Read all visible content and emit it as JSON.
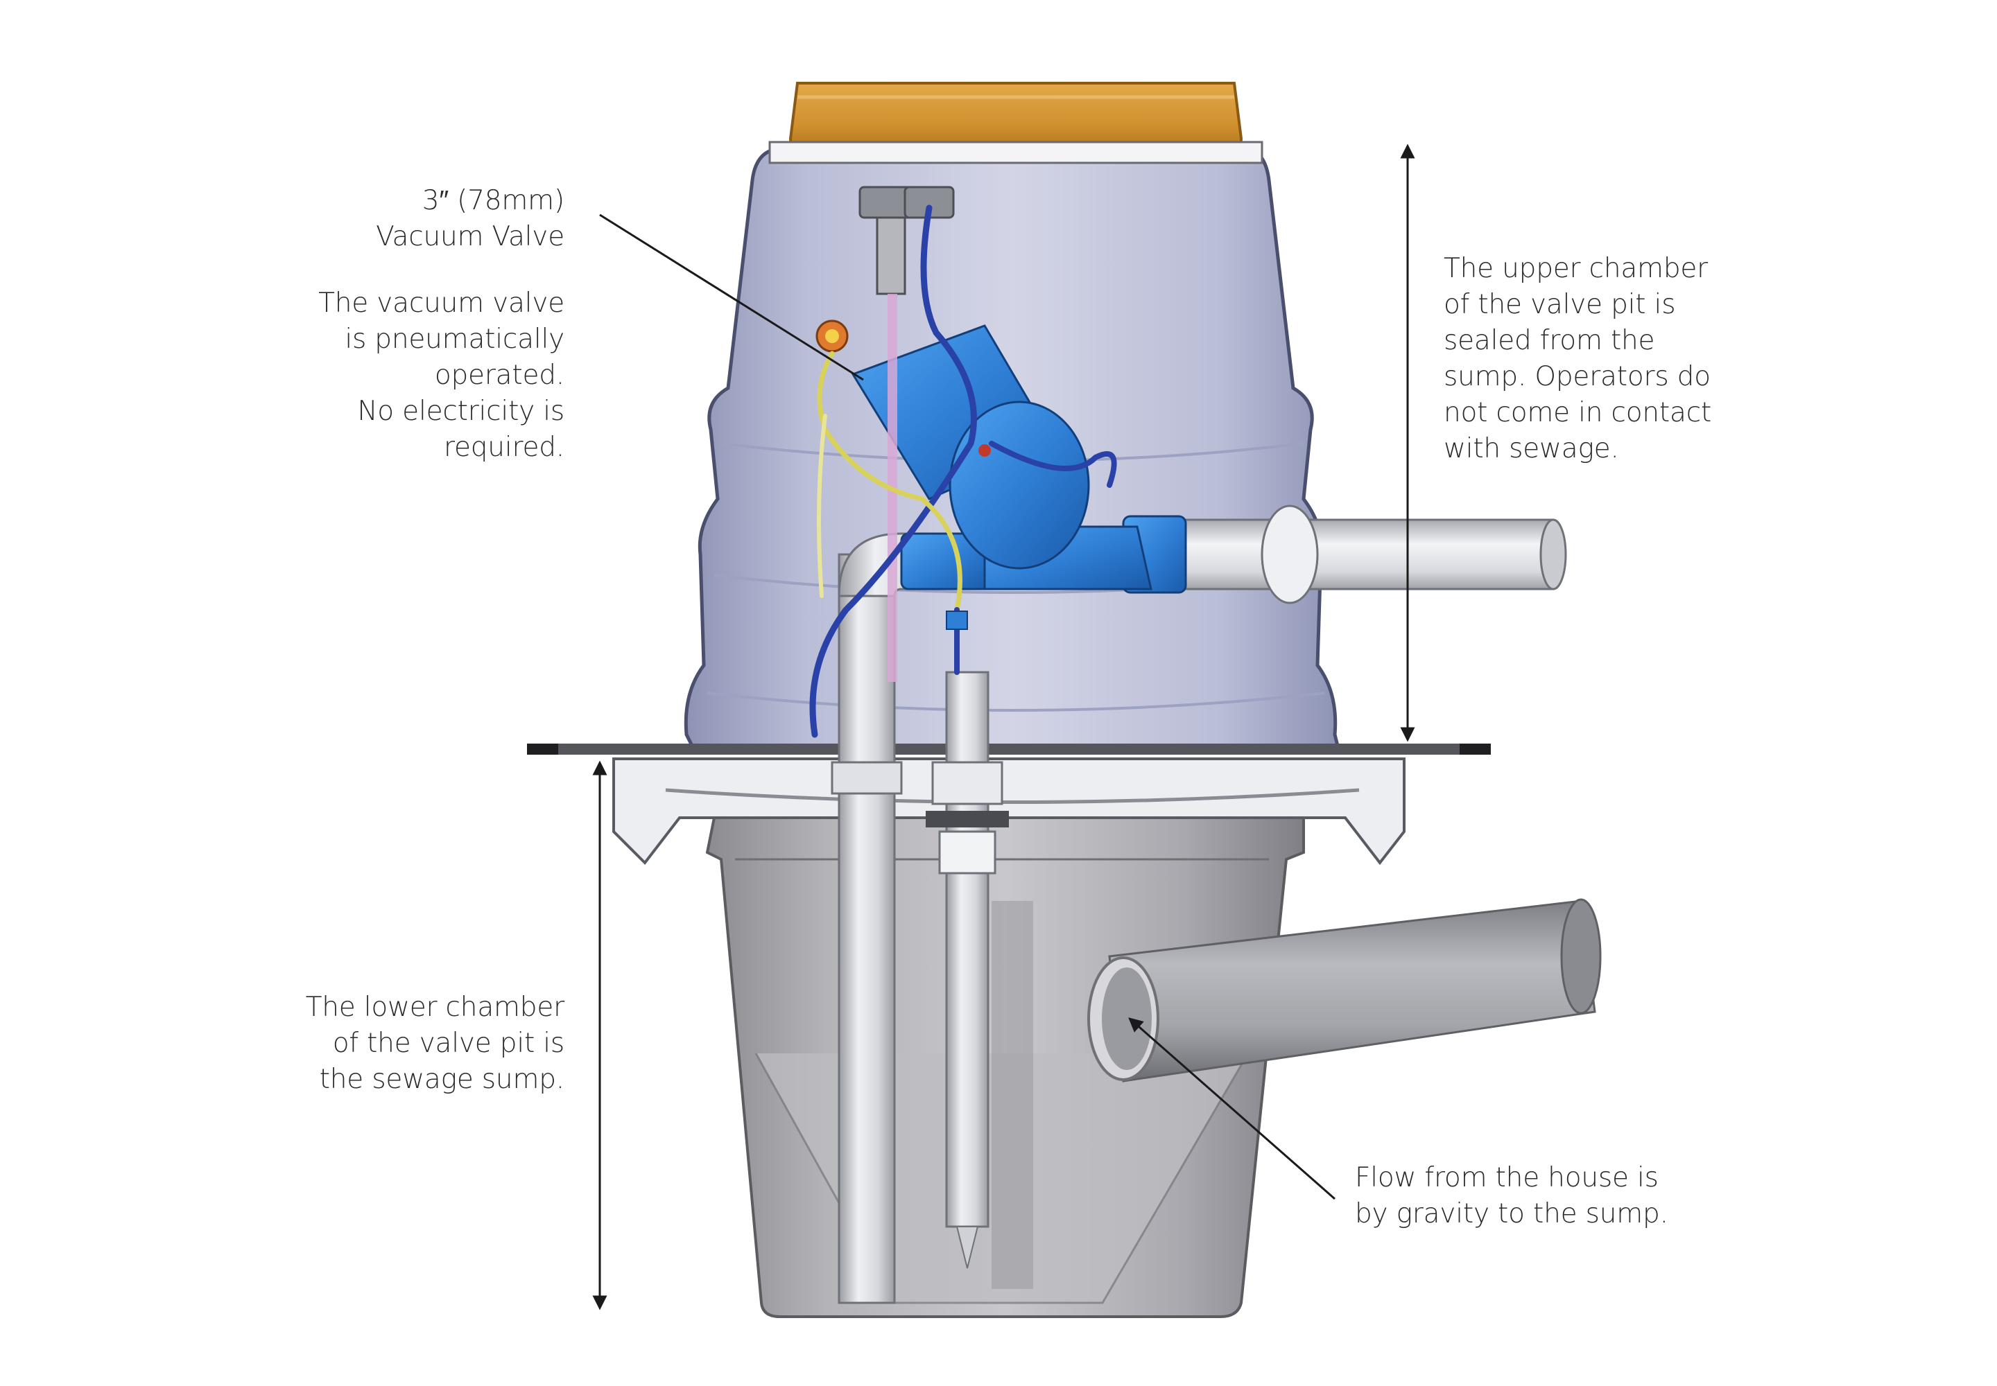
{
  "labels": {
    "valve_title": [
      "3″ (78mm)",
      "Vacuum Valve"
    ],
    "valve_desc": [
      "The vacuum valve",
      "is pneumatically",
      "operated.",
      "No electricity is",
      "required."
    ],
    "upper_chamber": [
      "The upper chamber",
      "of the valve pit is",
      "sealed from the",
      "sump. Operators do",
      "not come in contact",
      "with sewage."
    ],
    "lower_chamber": [
      "The lower chamber",
      "of the valve pit is",
      "the sewage sump."
    ],
    "gravity_flow": [
      "Flow from the house is",
      "by gravity to the sump."
    ]
  },
  "colors": {
    "lid": "#d99a3a",
    "upper_chamber": "#b9bdd6",
    "lower_chamber": "#a9a9ad",
    "valve": "#2f7fd6",
    "pipe": "#e4e6ea",
    "annotation": "#1a1a1a"
  }
}
